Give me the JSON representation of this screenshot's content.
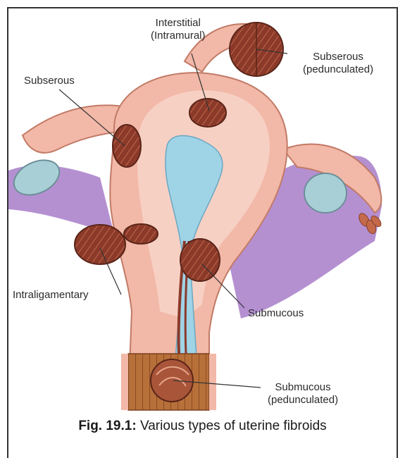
{
  "figure": {
    "caption_number": "Fig. 19.1:",
    "caption_text": " Various types of uterine fibroids",
    "colors": {
      "uterus_wall": "#f2b8a8",
      "uterus_inner": "#f7d0c4",
      "cavity": "#9fd3e6",
      "fibroid": "#8b3a2a",
      "ovary": "#a9cfd6",
      "ligament": "#a77cc9",
      "cervix": "#b8703a"
    }
  },
  "labels": {
    "interstitial_line1": "Interstitial",
    "interstitial_line2": "(Intramural)",
    "subserous_left": "Subserous",
    "subserous_ped_line1": "Subserous",
    "subserous_ped_line2": "(pedunculated)",
    "intraligamentary": "Intraligamentary",
    "submucous": "Submucous",
    "submucous_ped_line1": "Submucous",
    "submucous_ped_line2": "(pedunculated)"
  }
}
